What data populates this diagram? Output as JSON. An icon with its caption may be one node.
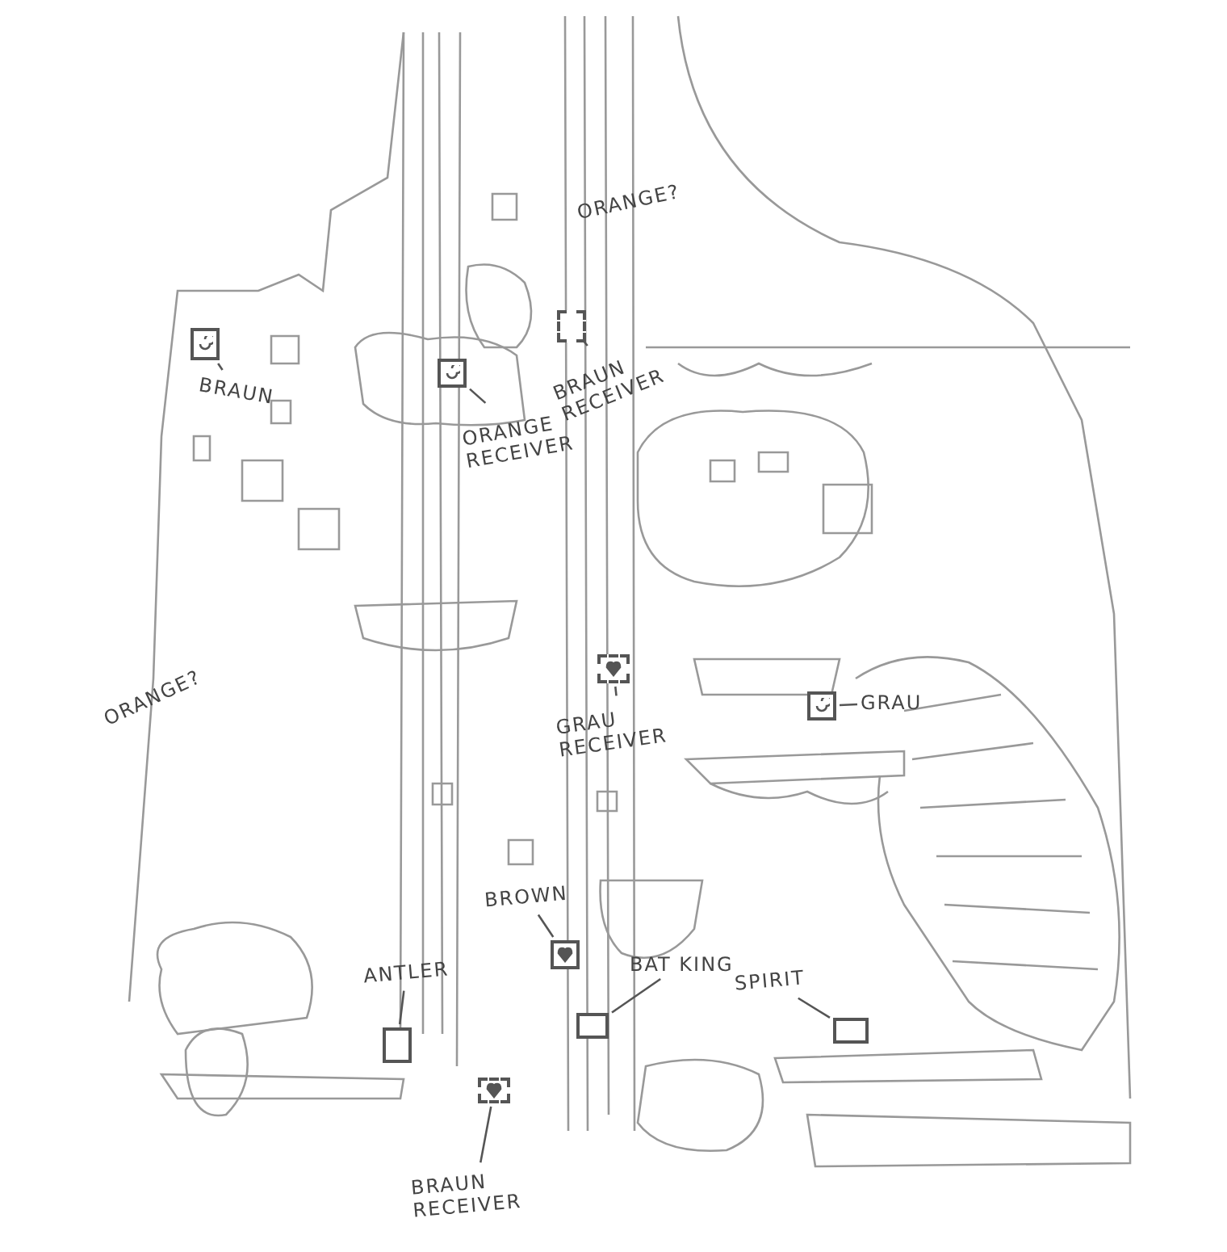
{
  "diagram": {
    "nodes": [
      {
        "text": [],
        "shape": "box"
      },
      {
        "text": [
          "BRAUN"
        ]
      },
      {
        "text": [],
        "shape": "box"
      },
      {
        "text": [
          "ORANGE RECEIVER"
        ]
      },
      {
        "text": [],
        "shape": "box"
      },
      {
        "text": [
          "BRAUN RECEIVER"
        ]
      },
      {
        "text": [],
        "shape": "box"
      },
      {
        "text": [
          "GRAU RECEIVER"
        ]
      },
      {
        "text": [],
        "shape": "box"
      },
      {
        "text": [
          "GRAU"
        ]
      },
      {
        "text": [
          "BROWN"
        ]
      },
      {
        "text": [],
        "shape": "box"
      },
      {
        "text": [
          "ANTLER"
        ]
      },
      {
        "text": [
          "BAT KING"
        ]
      },
      {
        "text": [],
        "shape": "box"
      },
      {
        "text": [
          "SPIRIT"
        ]
      },
      {
        "text": [],
        "shape": "box"
      },
      {
        "text": [],
        "shape": "box"
      },
      {
        "text": [],
        "shape": "box"
      },
      {
        "text": [
          "BRAUN RECEIVER"
        ]
      }
    ],
    "edges": [
      {
        "from": 1,
        "to": 0,
        "arrow": "none"
      },
      {
        "from": 3,
        "to": 2,
        "arrow": "none"
      },
      {
        "from": 5,
        "to": 4,
        "arrow": "none"
      },
      {
        "from": 7,
        "to": 6,
        "arrow": "none"
      },
      {
        "from": 9,
        "to": 8,
        "arrow": "none"
      },
      {
        "from": 10,
        "to": 11,
        "arrow": "none"
      },
      {
        "from": 12,
        "to": 14,
        "arrow": "none"
      },
      {
        "from": 13,
        "to": 16,
        "arrow": "none"
      },
      {
        "from": 15,
        "to": 17,
        "arrow": "none"
      },
      {
        "from": 19,
        "to": 18,
        "arrow": "none"
      }
    ],
    "labels": [
      "ORANGE?",
      "ORANGE?"
    ]
  }
}
